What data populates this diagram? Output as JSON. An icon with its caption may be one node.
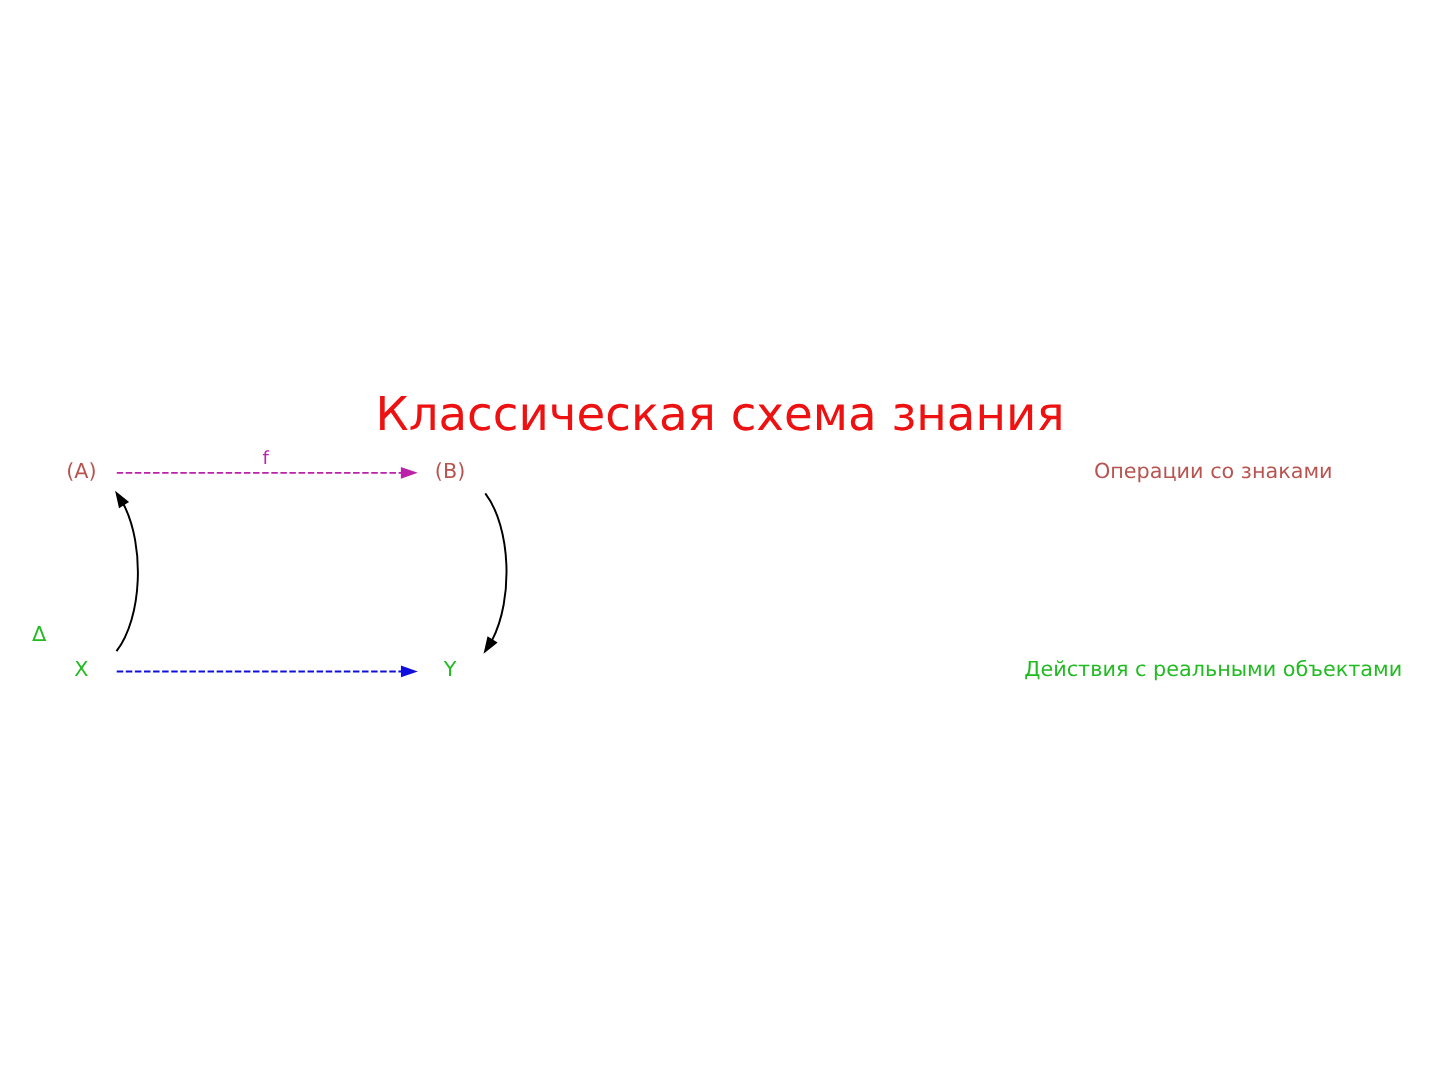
{
  "diagram": {
    "title": "Классическая схема знания",
    "nodes": [
      {
        "text": [
          "(A)"
        ]
      },
      {
        "text": [
          "(B)"
        ]
      },
      {
        "text": [
          "X"
        ],
        "beside": [
          "∆"
        ]
      },
      {
        "text": [
          "Y"
        ]
      }
    ],
    "edges": [
      {
        "from": 0,
        "to": 1,
        "arrow": "to",
        "label": "f",
        "style": "dashed",
        "color": "#bb22aa"
      },
      {
        "from": 2,
        "to": 0,
        "arrow": "to"
      },
      {
        "from": 1,
        "to": 3,
        "arrow": "to"
      },
      {
        "from": 2,
        "to": 3,
        "arrow": "to",
        "style": "dashed",
        "color": "#1010dd"
      }
    ],
    "labels": [
      "Операции со знаками",
      "Действия с реальными объектами"
    ]
  }
}
